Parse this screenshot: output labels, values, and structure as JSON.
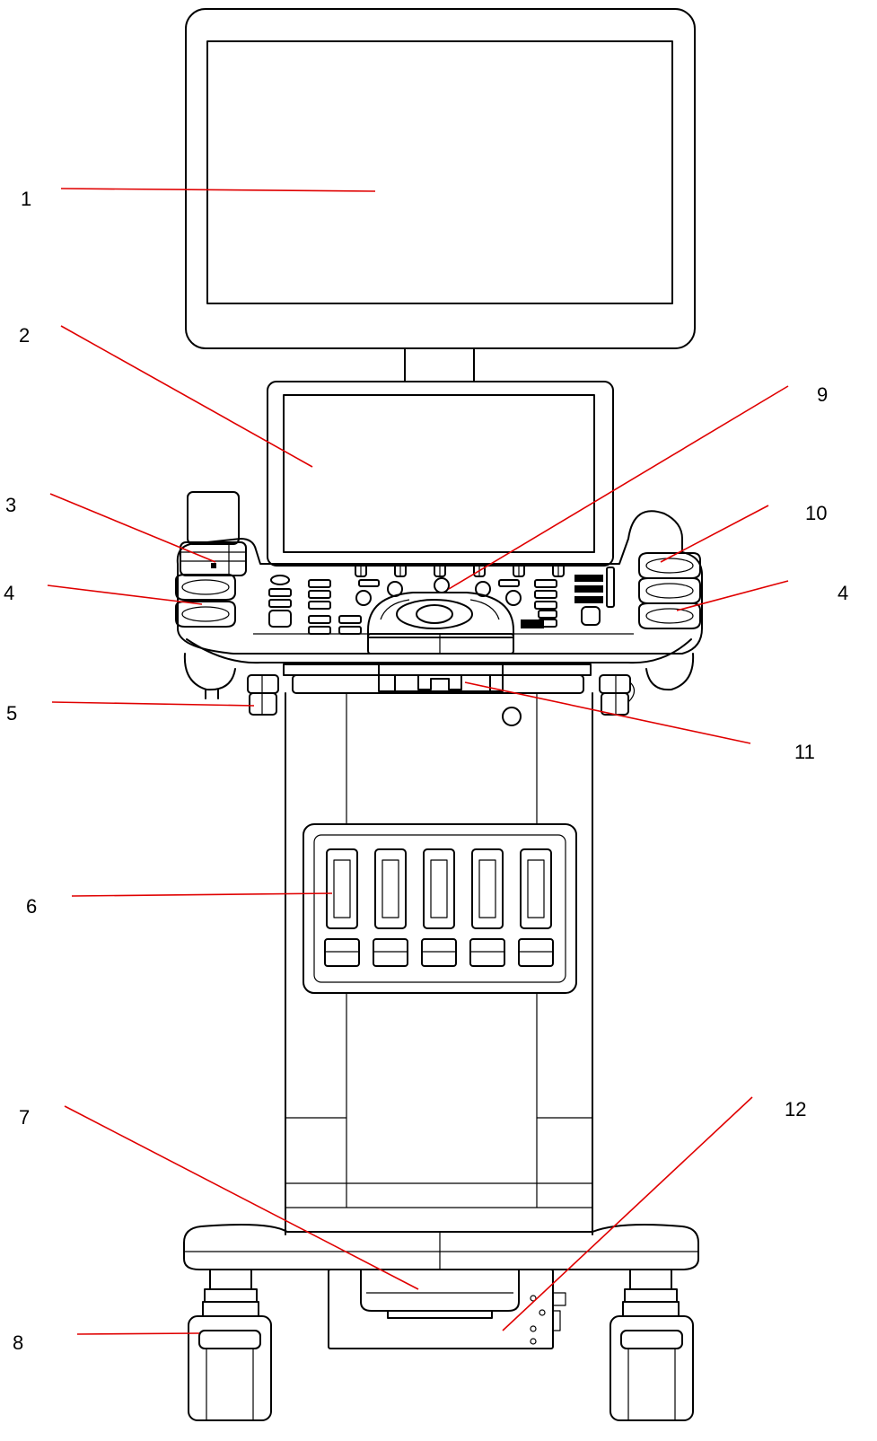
{
  "colors": {
    "line": "#000000",
    "leader": "#e00000",
    "background": "#ffffff"
  },
  "callouts": [
    {
      "id": "1",
      "label": "1"
    },
    {
      "id": "2",
      "label": "2"
    },
    {
      "id": "3",
      "label": "3"
    },
    {
      "id": "4a",
      "label": "4"
    },
    {
      "id": "5",
      "label": "5"
    },
    {
      "id": "6",
      "label": "6"
    },
    {
      "id": "7",
      "label": "7"
    },
    {
      "id": "8",
      "label": "8"
    },
    {
      "id": "9",
      "label": "9"
    },
    {
      "id": "10",
      "label": "10"
    },
    {
      "id": "4b",
      "label": "4"
    },
    {
      "id": "11",
      "label": "11"
    },
    {
      "id": "12",
      "label": "12"
    }
  ]
}
